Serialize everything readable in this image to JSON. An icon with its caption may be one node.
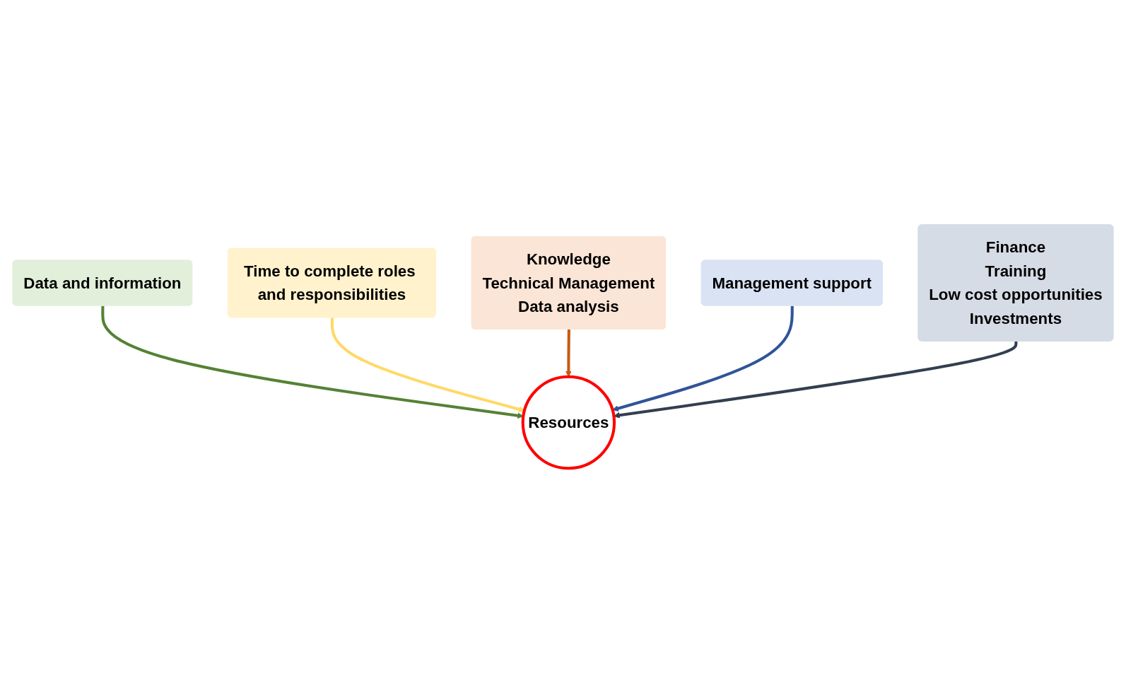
{
  "diagram": {
    "nodes": [
      {
        "text": [
          "Data and information"
        ]
      },
      {
        "text": [
          "Time to complete roles and responsibilities"
        ]
      },
      {
        "text": [
          "Knowledge",
          "Technical Management",
          "Data analysis"
        ]
      },
      {
        "text": [
          "Management support"
        ]
      },
      {
        "text": [
          "Resources"
        ]
      },
      {
        "text": [
          "Finance",
          "Training",
          "Low cost opportunities",
          "Investments"
        ]
      }
    ],
    "edges": [
      {
        "from": 0,
        "to": 4,
        "arrow": "to",
        "color": "#548235"
      },
      {
        "from": 1,
        "to": 4,
        "arrow": "to",
        "color": "#ffd966"
      },
      {
        "from": 2,
        "to": 4,
        "arrow": "to",
        "color": "#c55a11"
      },
      {
        "from": 3,
        "to": 4,
        "arrow": "to",
        "color": "#2f5597"
      },
      {
        "from": 5,
        "to": 4,
        "arrow": "to",
        "color": "#333f50"
      }
    ]
  }
}
